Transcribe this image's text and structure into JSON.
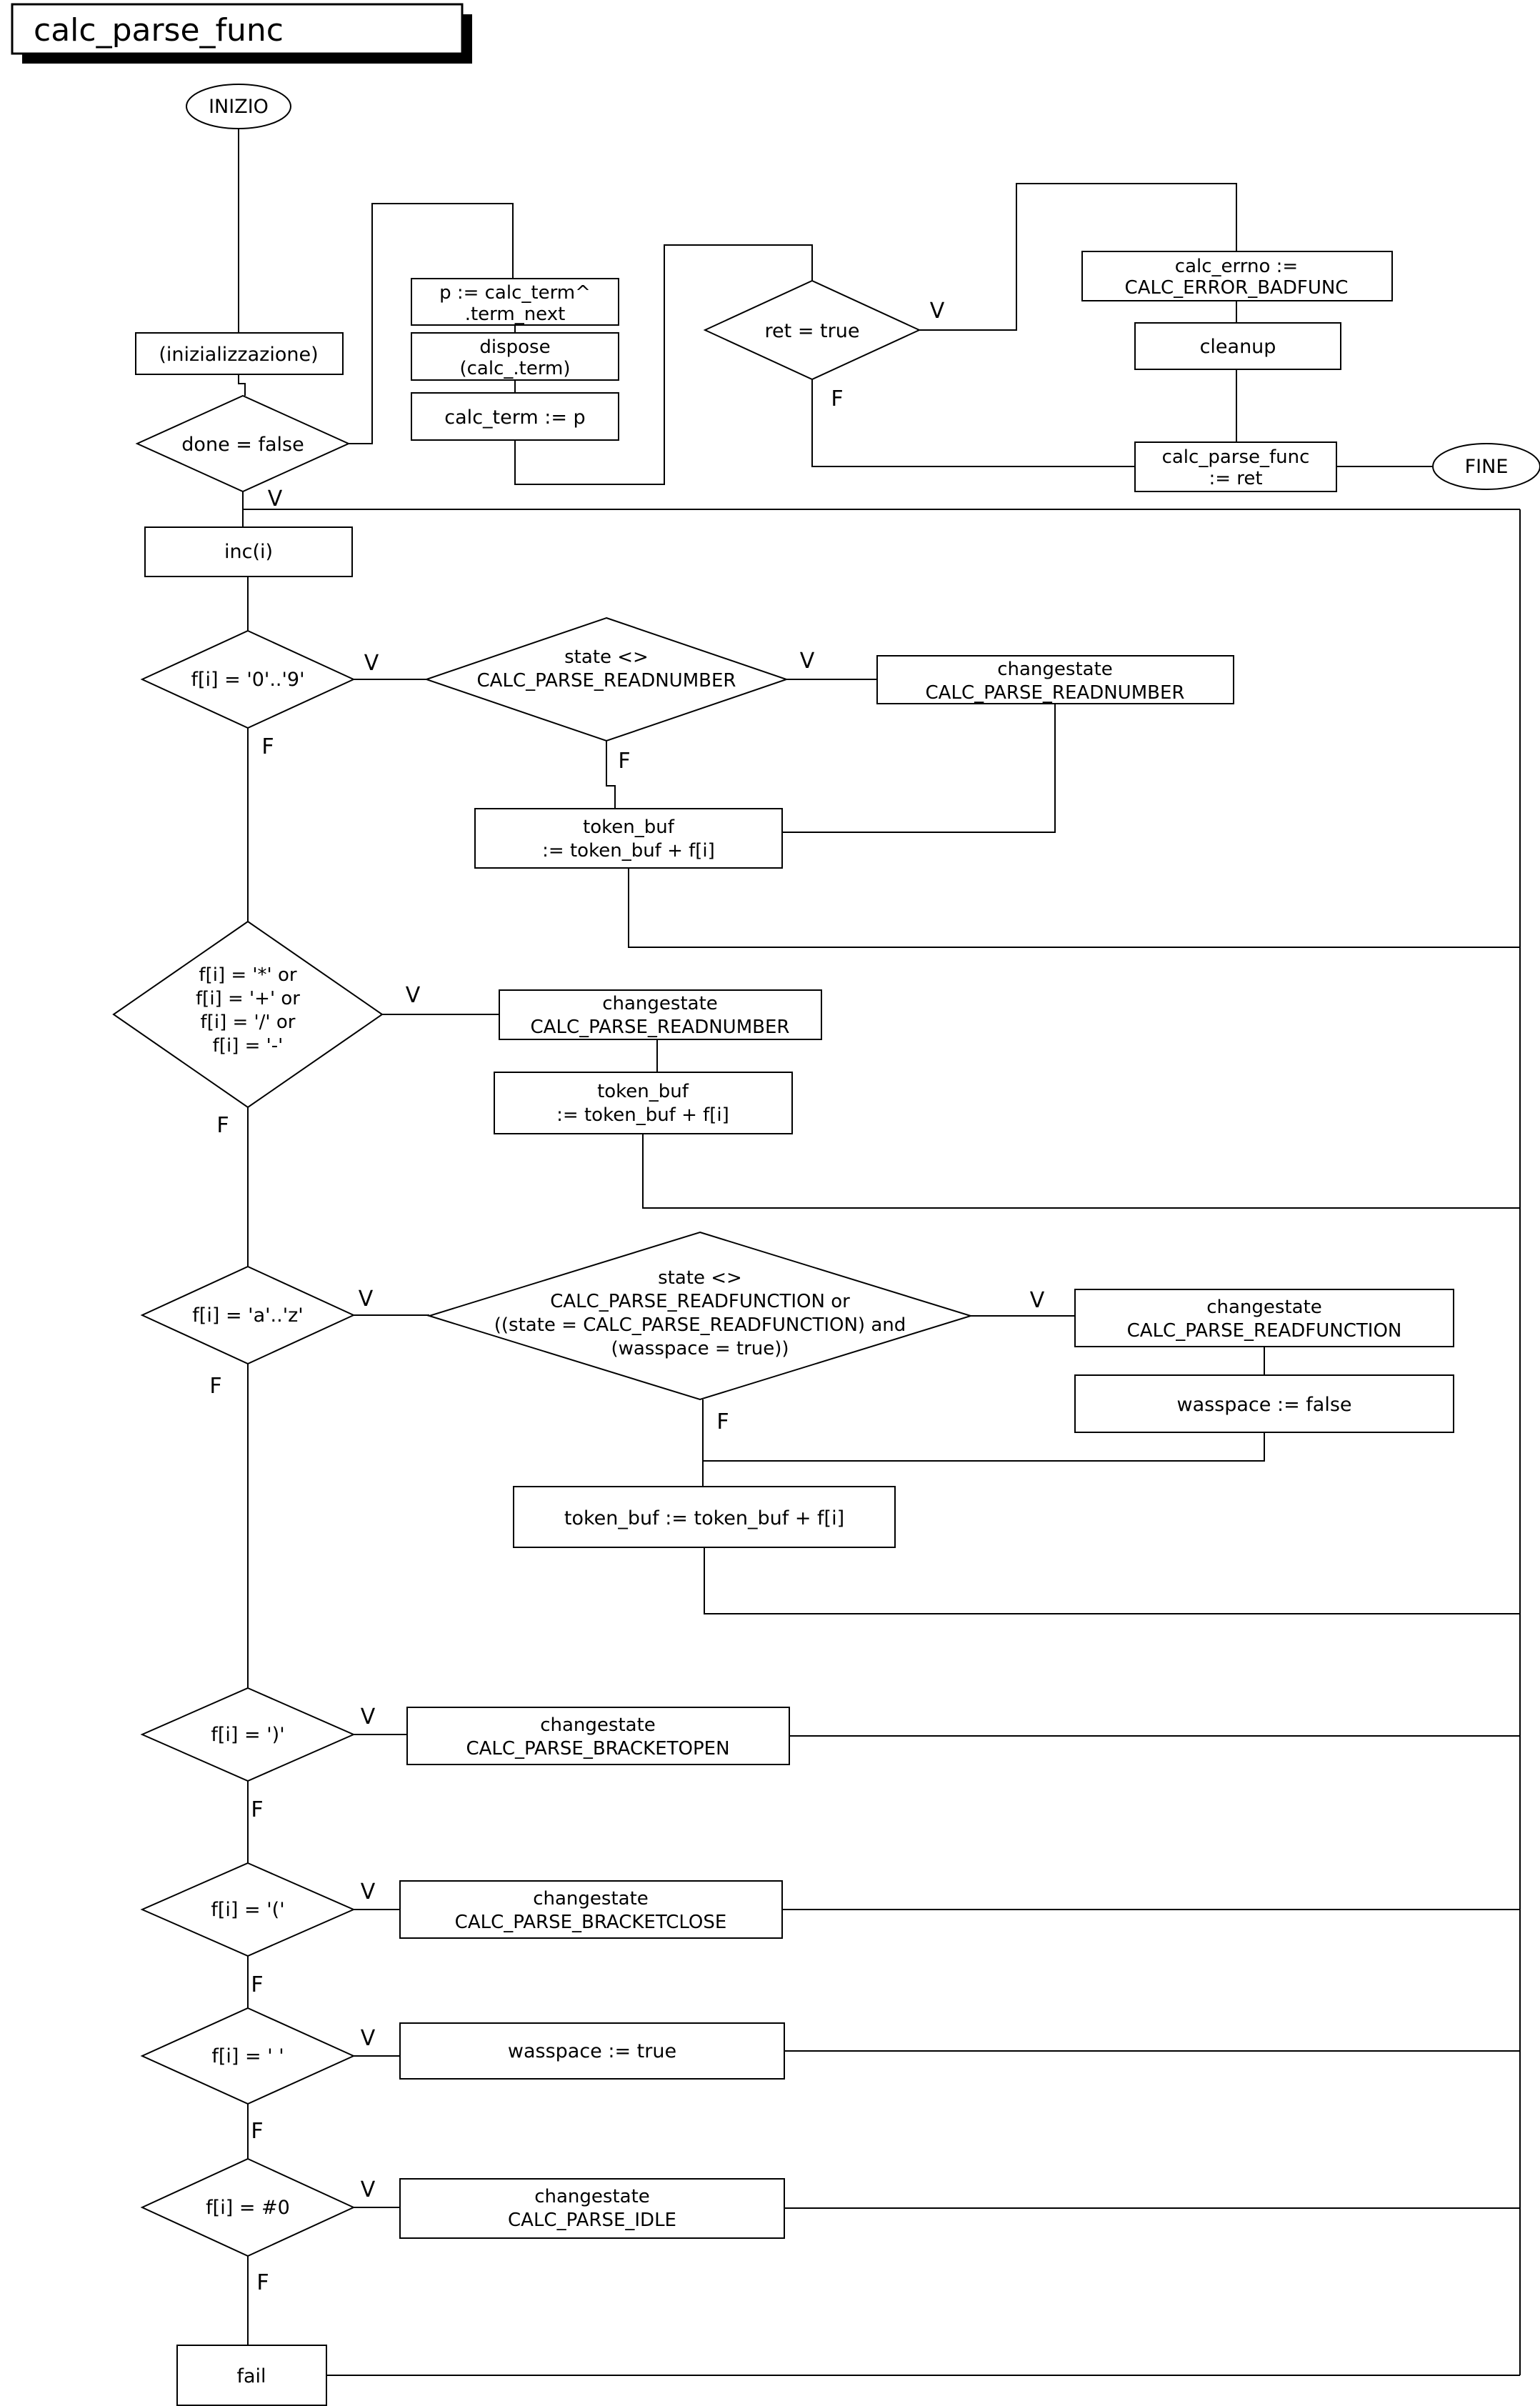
{
  "title": "calc_parse_func",
  "labels": {
    "v": "V",
    "f": "F"
  },
  "nodes": {
    "inizio": "INIZIO",
    "fine": "FINE",
    "init": "(inizializzazione)",
    "done": "done = false",
    "p_next": {
      "l1": "p := calc_term^",
      "l2": ".term_next"
    },
    "dispose": {
      "l1": "dispose",
      "l2": "(calc_.term)"
    },
    "calc_term": "calc_term := p",
    "ret": "ret = true",
    "errno": {
      "l1": "calc_errno :=",
      "l2": "CALC_ERROR_BADFUNC"
    },
    "cleanup": "cleanup",
    "cpf": {
      "l1": "calc_parse_func",
      "l2": ":= ret"
    },
    "inc": "inc(i)",
    "d09": "f[i] = '0'..'9'",
    "st_num": {
      "l1": "state <>",
      "l2": "CALC_PARSE_READNUMBER"
    },
    "cs_num1": {
      "l1": "changestate",
      "l2": "CALC_PARSE_READNUMBER"
    },
    "tb1": {
      "l1": "token_buf",
      "l2": ":= token_buf + f[i]"
    },
    "dop": {
      "l1": "f[i] = '*' or",
      "l2": "f[i] = '+' or",
      "l3": "f[i] = '/' or",
      "l4": "f[i] = '-'"
    },
    "cs_num2": {
      "l1": "changestate",
      "l2": "CALC_PARSE_READNUMBER"
    },
    "tb2": {
      "l1": "token_buf",
      "l2": ":= token_buf + f[i]"
    },
    "daz": "f[i] = 'a'..'z'",
    "st_fun": {
      "l1": "state <>",
      "l2": "CALC_PARSE_READFUNCTION or",
      "l3": "((state = CALC_PARSE_READFUNCTION) and",
      "l4": "(wasspace = true))"
    },
    "cs_fun": {
      "l1": "changestate",
      "l2": "CALC_PARSE_READFUNCTION"
    },
    "ws_false": "wasspace := false",
    "tb3": "token_buf := token_buf + f[i]",
    "dcr": "f[i] = ')'",
    "cs_bo": {
      "l1": "changestate",
      "l2": "CALC_PARSE_BRACKETOPEN"
    },
    "dob": "f[i] = '('",
    "cs_bc": {
      "l1": "changestate",
      "l2": "CALC_PARSE_BRACKETCLOSE"
    },
    "dsp": "f[i] = ' '",
    "ws_true": "wasspace := true",
    "dnul": "f[i] = #0",
    "cs_idle": {
      "l1": "changestate",
      "l2": "CALC_PARSE_IDLE"
    },
    "fail": "fail"
  }
}
